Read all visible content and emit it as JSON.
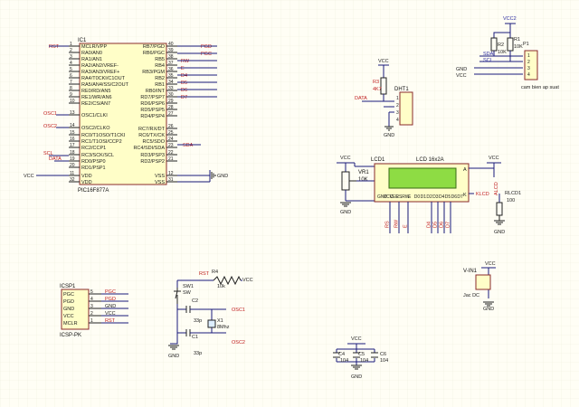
{
  "ic1": {
    "designator": "IC1",
    "part": "PIC16F877A",
    "left_pins": [
      {
        "n": "1",
        "name": "MCLR/VPP"
      },
      {
        "n": "2",
        "name": "RA0/AN0"
      },
      {
        "n": "3",
        "name": "RA1/AN1"
      },
      {
        "n": "4",
        "name": "RA2/AN2/VREF-"
      },
      {
        "n": "5",
        "name": "RA3/AN3/VREF+"
      },
      {
        "n": "6",
        "name": "RA4/T0CKI/C1OUT"
      },
      {
        "n": "7",
        "name": "RA5/AN4/SS/C2OUT"
      },
      {
        "n": "8",
        "name": "RE0/RD/AN5"
      },
      {
        "n": "9",
        "name": "RE1/WR/AN6"
      },
      {
        "n": "10",
        "name": "RE2/CS/AN7"
      },
      {
        "n": "13",
        "name": "OSC1/CLKI"
      },
      {
        "n": "14",
        "name": "OSC2/CLKO"
      },
      {
        "n": "15",
        "name": "RC0/T1OSO/T1CKI"
      },
      {
        "n": "16",
        "name": "RC1/T1OSI/CCP2"
      },
      {
        "n": "17",
        "name": "RC2/CCP1"
      },
      {
        "n": "18",
        "name": "RC3/SCK/SCL"
      },
      {
        "n": "19",
        "name": "RD0/PSP0"
      },
      {
        "n": "20",
        "name": "RD1/PSP1"
      },
      {
        "n": "11",
        "name": "VDD"
      },
      {
        "n": "32",
        "name": "VDD"
      }
    ],
    "right_pins": [
      {
        "n": "40",
        "name": "RB7/PGD"
      },
      {
        "n": "39",
        "name": "RB6/PGC"
      },
      {
        "n": "38",
        "name": "RB5"
      },
      {
        "n": "37",
        "name": "RB4"
      },
      {
        "n": "36",
        "name": "RB3/PGM"
      },
      {
        "n": "35",
        "name": "RB2"
      },
      {
        "n": "34",
        "name": "RB1"
      },
      {
        "n": "33",
        "name": "RB0/INT"
      },
      {
        "n": "30",
        "name": "RD7/PSP7"
      },
      {
        "n": "29",
        "name": "RD6/PSP6"
      },
      {
        "n": "28",
        "name": "RD5/PSP5"
      },
      {
        "n": "27",
        "name": "RD4/PSP4"
      },
      {
        "n": "26",
        "name": "RC7/RX/DT"
      },
      {
        "n": "25",
        "name": "RC6/TX/CK"
      },
      {
        "n": "24",
        "name": "RC5/SDO"
      },
      {
        "n": "23",
        "name": "RC4/SDI/SDA"
      },
      {
        "n": "22",
        "name": "RD3/PSP3"
      },
      {
        "n": "21",
        "name": "RD2/PSP2"
      },
      {
        "n": "12",
        "name": "VSS"
      },
      {
        "n": "31",
        "name": "VSS"
      }
    ],
    "left_nets": [
      "RST",
      "OSC1",
      "OSC2",
      "SCL",
      "DATA",
      "VCC"
    ],
    "right_nets": [
      "PGD",
      "PGC",
      "RW",
      "E",
      "D4",
      "D5",
      "D6",
      "D7",
      "SDA",
      "GND"
    ]
  },
  "dht": {
    "designator": "DHT1",
    "resistor": "R3",
    "resistor_value": "4K7",
    "net": "DATA",
    "vcc": "VCC",
    "gnd": "GND",
    "pins": [
      "1",
      "2",
      "3",
      "4"
    ]
  },
  "rtc": {
    "vcc": "VCC2",
    "r1": "R1",
    "r2": "R2",
    "r1_val": "10K",
    "r2_val": "10K",
    "connector": "P1",
    "sda": "SDA",
    "scl": "SCL",
    "gnd": "GND",
    "vcc_label": "VCC",
    "caption": "cam bien ap suat",
    "pins": [
      "1",
      "2",
      "3",
      "4"
    ]
  },
  "lcd": {
    "designator": "LCD1",
    "title": "LCD 16x2A",
    "vr": "VR1",
    "vr_val": "10K",
    "rlcd": "RLCD1",
    "rlcd_val": "100",
    "net_a": "A",
    "net_k": "K",
    "klcd": "KLCD",
    "alcd": "ALCD",
    "vcc": "VCC",
    "gnd": "GND",
    "pins": [
      "GND",
      "VCC",
      "VEE",
      "RS",
      "RW",
      "E",
      "D0",
      "D1",
      "D2",
      "D3",
      "D4",
      "D5",
      "D6",
      "D7"
    ],
    "wire_labels": [
      "RS",
      "RW",
      "E",
      "D4",
      "D5",
      "D6",
      "D7"
    ]
  },
  "icsp": {
    "designator": "ICSP1",
    "caption": "ICSP-PK",
    "pins": [
      {
        "n": "5",
        "name": "PGC",
        "net": "PGC"
      },
      {
        "n": "4",
        "name": "PGD",
        "net": "PGD"
      },
      {
        "n": "3",
        "name": "GND",
        "net": "GND"
      },
      {
        "n": "2",
        "name": "VCC",
        "net": "VCC"
      },
      {
        "n": "1",
        "name": "MCLR",
        "net": "RST"
      }
    ]
  },
  "reset": {
    "sw": "SW1",
    "sw_type": "SW",
    "r": "R4",
    "r_val": "10k",
    "net": "RST",
    "vcc": "VCC"
  },
  "osc": {
    "c1": "C1",
    "c1_val": "33p",
    "c2": "C2",
    "c2_val": "33p",
    "xtal": "X1",
    "xtal_val": "8Mhz",
    "osc1": "OSC1",
    "osc2": "OSC2",
    "gnd": "GND"
  },
  "power_jack": {
    "designator": "V-IN1",
    "caption": "Jac DC",
    "vcc": "VCC",
    "gnd": "GND"
  },
  "decoupling": {
    "vcc": "VCC",
    "caps": [
      {
        "name": "C4",
        "val": "104"
      },
      {
        "name": "C5",
        "val": "104"
      },
      {
        "name": "C6",
        "val": "104"
      }
    ],
    "gnd": "GND"
  }
}
